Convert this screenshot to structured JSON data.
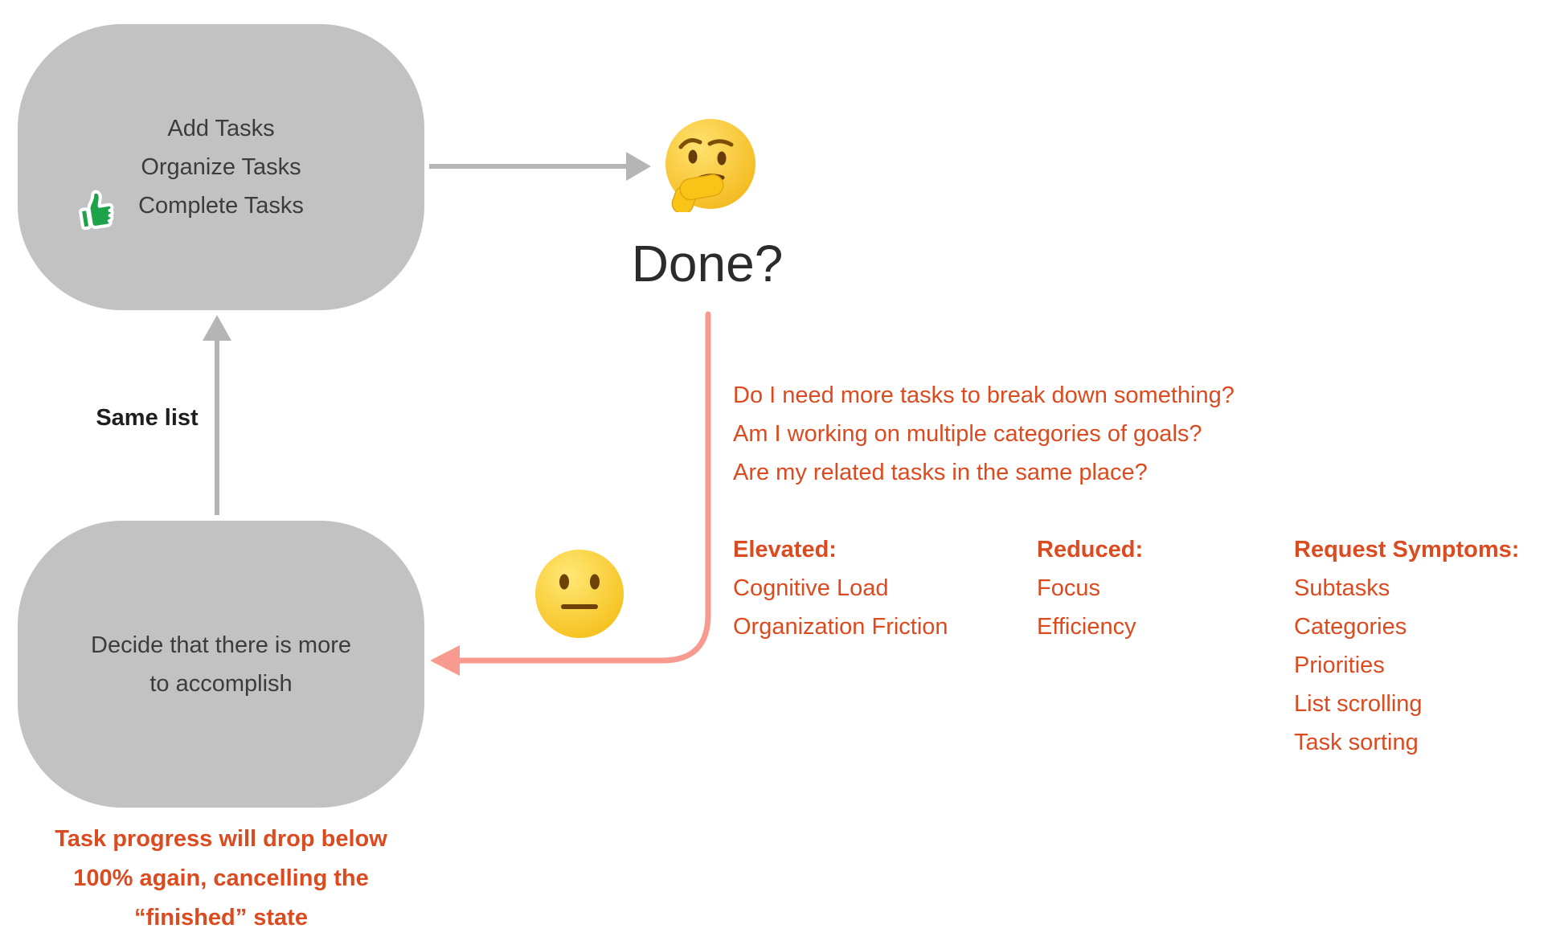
{
  "colors": {
    "accent_red": "#DC4A1F",
    "pink_arrow": "#F99A90",
    "box_gray": "#C2C2C2",
    "arrow_gray": "#B5B5B5",
    "box_text": "#3C3C3C",
    "dark_text": "#2B2B2B"
  },
  "boxes": {
    "cycle": {
      "lines": [
        "Add Tasks",
        "Organize Tasks",
        "Complete Tasks"
      ]
    },
    "decide": {
      "lines": [
        "Decide that there is more",
        "to accomplish"
      ]
    }
  },
  "labels": {
    "done": "Done?",
    "same_list": "Same list"
  },
  "icons": {
    "thumbs_up": "thumbs-up-sticker",
    "thinking": "thinking-face-emoji",
    "neutral": "neutral-face-emoji"
  },
  "questions": [
    "Do I need more tasks to break down something?",
    "Am I working on multiple categories of goals?",
    "Are my related tasks in the same place?"
  ],
  "columns": [
    {
      "header": "Elevated:",
      "items": [
        "Cognitive Load",
        "Organization Friction"
      ]
    },
    {
      "header": "Reduced:",
      "items": [
        "Focus",
        "Efficiency"
      ]
    },
    {
      "header": "Request Symptoms:",
      "items": [
        "Subtasks",
        "Categories",
        "Priorities",
        "List scrolling",
        "Task sorting"
      ]
    }
  ],
  "warning": {
    "lines": [
      "Task progress will drop below",
      "100% again, cancelling the",
      "“finished” state"
    ]
  }
}
